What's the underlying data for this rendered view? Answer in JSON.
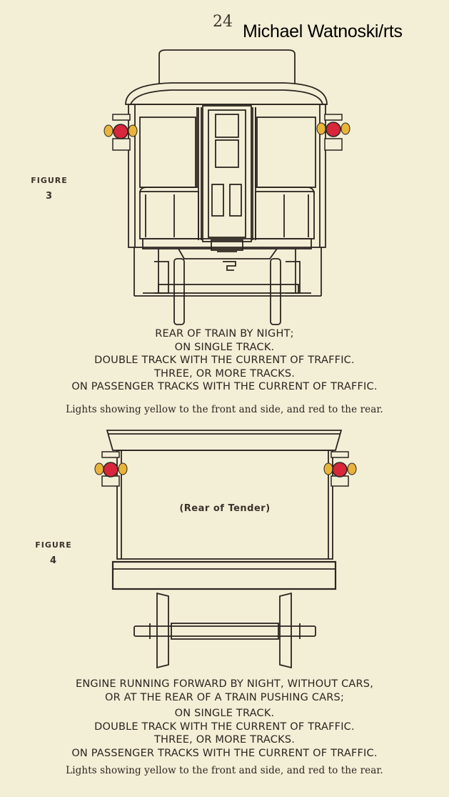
{
  "page": {
    "number": "24",
    "credit": "Michael Watnoski/rts"
  },
  "figure3": {
    "label": "Figure",
    "number": "3",
    "caption_lines": [
      "REAR OF TRAIN BY NIGHT;",
      "ON SINGLE TRACK.",
      "DOUBLE TRACK WITH THE CURRENT OF TRAFFIC.",
      "THREE, OR MORE TRACKS.",
      "ON PASSENGER TRACKS WITH THE CURRENT OF TRAFFIC."
    ],
    "note": "Lights showing yellow to the front and side, and red to the rear."
  },
  "figure4": {
    "label": "Figure",
    "number": "4",
    "tender_label": "(Rear of Tender)",
    "caption_lines": [
      "ENGINE RUNNING FORWARD BY NIGHT, WITHOUT CARS,",
      "OR AT THE REAR OF A TRAIN PUSHING CARS;",
      "ON SINGLE TRACK.",
      "DOUBLE TRACK WITH THE CURRENT OF TRAFFIC.",
      "THREE, OR MORE TRACKS.",
      "ON PASSENGER TRACKS WITH THE CURRENT OF TRAFFIC."
    ],
    "note": "Lights showing yellow to the front and side, and red to the rear."
  },
  "colors": {
    "paper": "#f3eed6",
    "ink": "#2b2520",
    "lamp_red": "#d8263a",
    "lamp_yellow": "#e8b43a"
  }
}
